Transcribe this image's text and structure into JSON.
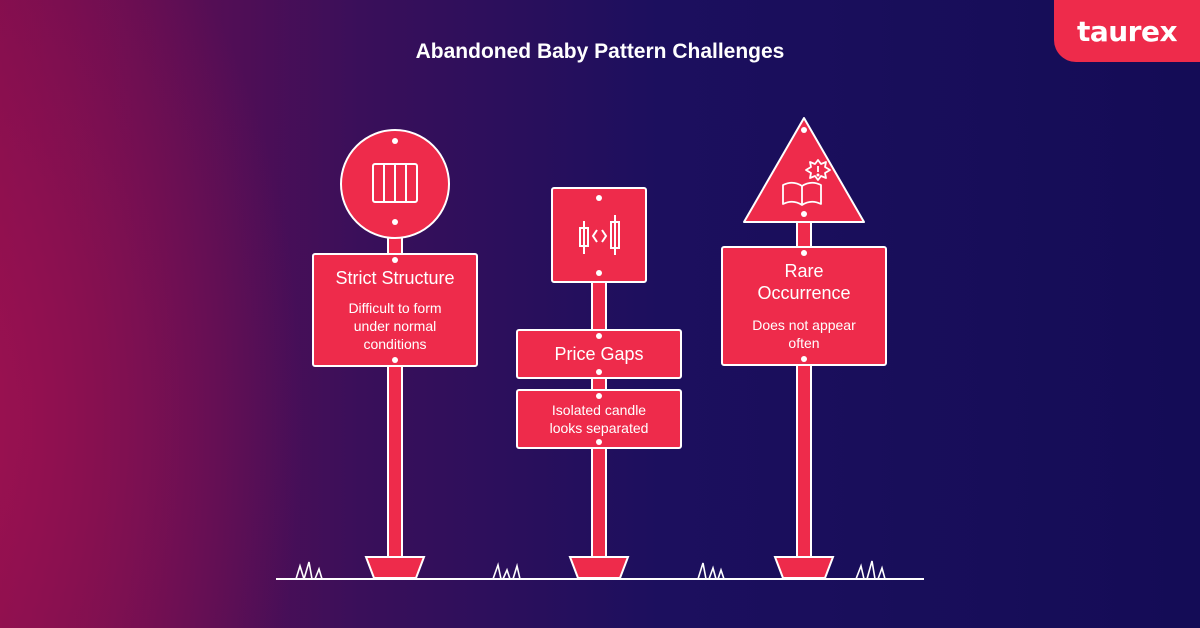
{
  "title": "Abandoned Baby Pattern Challenges",
  "brand": {
    "logo_text": "taurex",
    "accent_color": "#ee2b4b"
  },
  "signs": [
    {
      "icon": "grid-icon",
      "title": "Strict Structure",
      "description": "Difficult to form under normal conditions"
    },
    {
      "icon": "candlestick-gap-icon",
      "title": "Price Gaps",
      "description": "Isolated candle looks separated"
    },
    {
      "icon": "book-warning-icon",
      "title": "Rare Occurrence",
      "description": "Does not appear often"
    }
  ]
}
